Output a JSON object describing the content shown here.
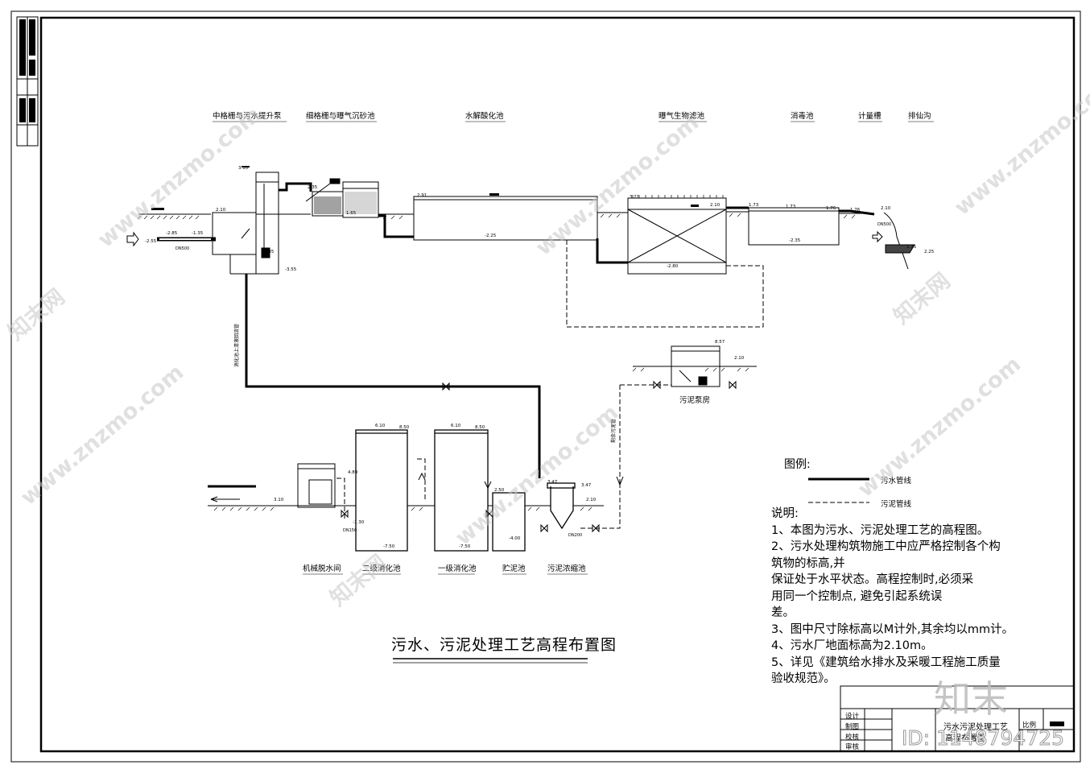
{
  "drawing_title": "污水、污泥处理工艺高程布置图",
  "process_labels": {
    "coarse_screen": "中格栅与污水提升泵",
    "fine_screen": "细格栅与曝气沉砂池",
    "hydrolysis": "水解酸化池",
    "baf": "曝气生物滤池",
    "disinfection": "消毒池",
    "meter": "计量槽",
    "outfall": "排仙沟",
    "sludge_pump": "污泥泵房",
    "dewatering": "机械脱水间",
    "secondary_digester": "二级消化池",
    "primary_digester": "一级消化池",
    "sludge_storage": "贮泥池",
    "thickener": "污泥浓缩池"
  },
  "legend": {
    "title": "图例:",
    "sewage_line": "污水管线",
    "sludge_line": "污泥管线"
  },
  "notes": {
    "heading": "说明:",
    "lines": [
      "1、本图为污水、污泥处理工艺的高程图。",
      "2、污水处理构筑物施工中应严格控制各个构",
      "筑物的标高,并",
      "   保证处于水平状态。高程控制时,必须采",
      "   用同一个控制点,            避免引起系统误",
      "   差。",
      "3、图中尺寸除标高以M计外,其余均以mm计。",
      "4、污水厂地面标高为2.10m。",
      "5、详见《建筑给水排水及采暖工程施工质量",
      "验收规范》。"
    ]
  },
  "title_block": {
    "rows": [
      "设计",
      "制图",
      "校核",
      "审核"
    ],
    "project": "污水污泥处理工艺",
    "project2": "高程布置图",
    "scale_label": "比例"
  },
  "elevations": {
    "e1": "3.10",
    "e2": "2.10",
    "e3": "-2.85",
    "e4": "-1.35",
    "e5": "-2.55",
    "e6": "2.35",
    "e7": "1.65",
    "e8": "2.45",
    "e9": "-3.55",
    "e10": "-2.25",
    "e11": "2.91",
    "e12": "1.25",
    "e13": "2.55",
    "e14": "-1.30",
    "e15": "3.21",
    "e16": "2.10",
    "e17": "-2.80",
    "e18": "1.73",
    "e19": "-2.35",
    "e20": "1.76",
    "e21": "1.35",
    "e22": "2.25",
    "e23": "8.57",
    "e24": "2.10",
    "e25": "6.10",
    "e26": "8.50",
    "e27": "-7.50",
    "e28": "-7.50",
    "e29": "4.89",
    "e30": "3.10",
    "e31": "2.50",
    "e32": "-4.00",
    "e33": "3.47"
  },
  "pipe_labels": {
    "dn1": "DN500",
    "dn2": "DN500",
    "dn3": "DN150",
    "dn4": "DN200",
    "vertical1": "消化池上清液回流管",
    "vertical2": "剩余污泥管"
  },
  "watermarks": {
    "site": "www.znzmo.com",
    "brand_cn": "知末网",
    "brand_logo": "知末",
    "id": "ID: 1148794725"
  }
}
